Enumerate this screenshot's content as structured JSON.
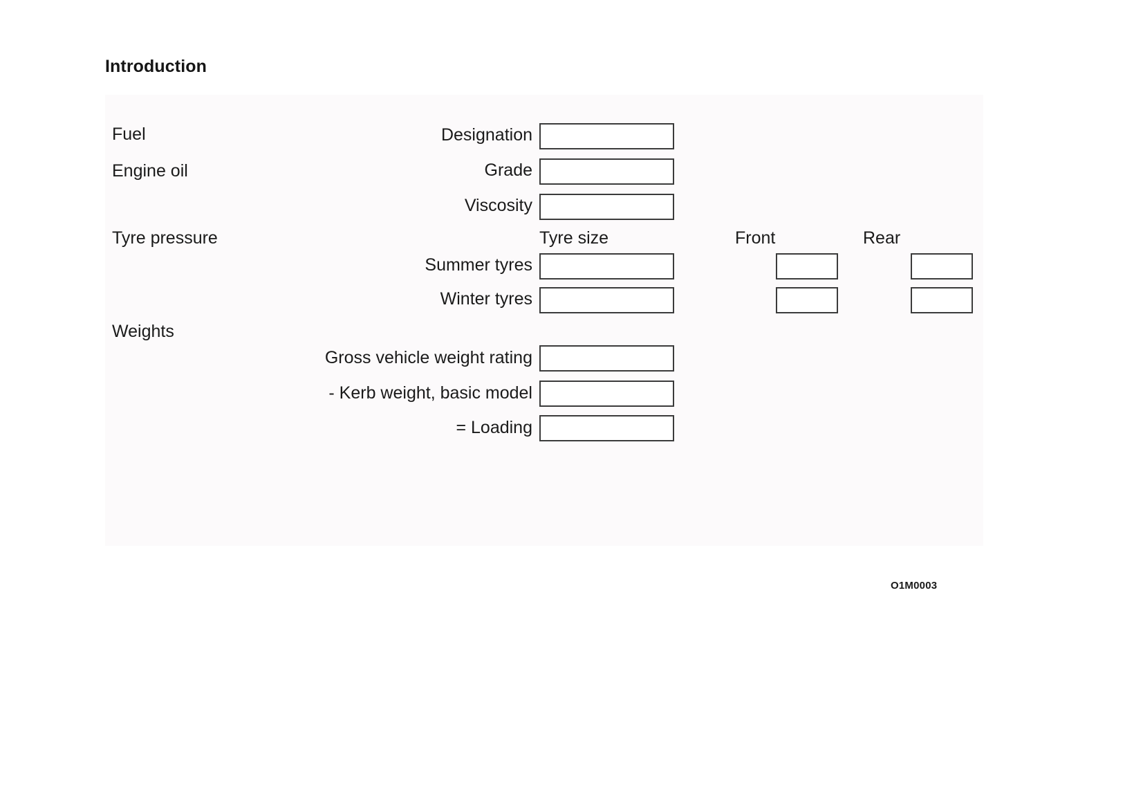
{
  "page": {
    "heading": "Introduction",
    "figure_code": "O1M0003",
    "panel_bg": "#fcfafb",
    "page_bg": "#ffffff",
    "text_color": "#1a1a1a",
    "box_border_color": "#3b3b3b"
  },
  "groups": [
    {
      "label": "Fuel"
    },
    {
      "label": "Engine oil"
    },
    {
      "label": "Tyre pressure"
    },
    {
      "label": "Weights"
    }
  ],
  "columns": {
    "tyre_size": "Tyre size",
    "front": "Front",
    "rear": "Rear"
  },
  "fields": [
    {
      "label": "Designation",
      "value": "",
      "box": "wide"
    },
    {
      "label": "Grade",
      "value": "",
      "box": "wide"
    },
    {
      "label": "Viscosity",
      "value": "",
      "box": "wide"
    },
    {
      "label": "Summer tyres",
      "value": "",
      "box": "wide",
      "front": "",
      "rear": ""
    },
    {
      "label": "Winter tyres",
      "value": "",
      "box": "wide",
      "front": "",
      "rear": ""
    },
    {
      "label": "Gross vehicle weight rating",
      "value": "",
      "box": "wide"
    },
    {
      "label": "- Kerb weight, basic model",
      "value": "",
      "box": "wide"
    },
    {
      "label": "= Loading",
      "value": "",
      "box": "wide"
    }
  ]
}
